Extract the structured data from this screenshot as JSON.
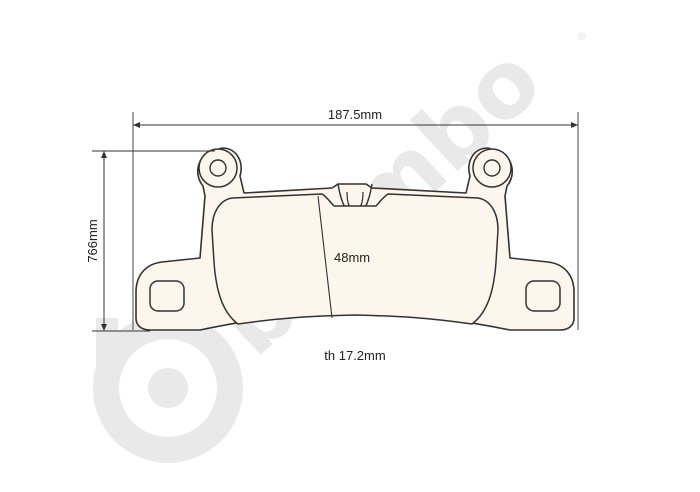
{
  "watermark": {
    "brand": "brembo",
    "registered": "®",
    "color": "#e9e9e9"
  },
  "dimensions": {
    "width": "187.5mm",
    "height": "766mm",
    "inner": "48mm",
    "thickness": "th 17.2mm"
  },
  "colors": {
    "outline": "#333333",
    "pad_fill": "#fdf6ec",
    "dim_line": "#333333"
  },
  "icons": {
    "logo": "brembo-logo-icon"
  }
}
